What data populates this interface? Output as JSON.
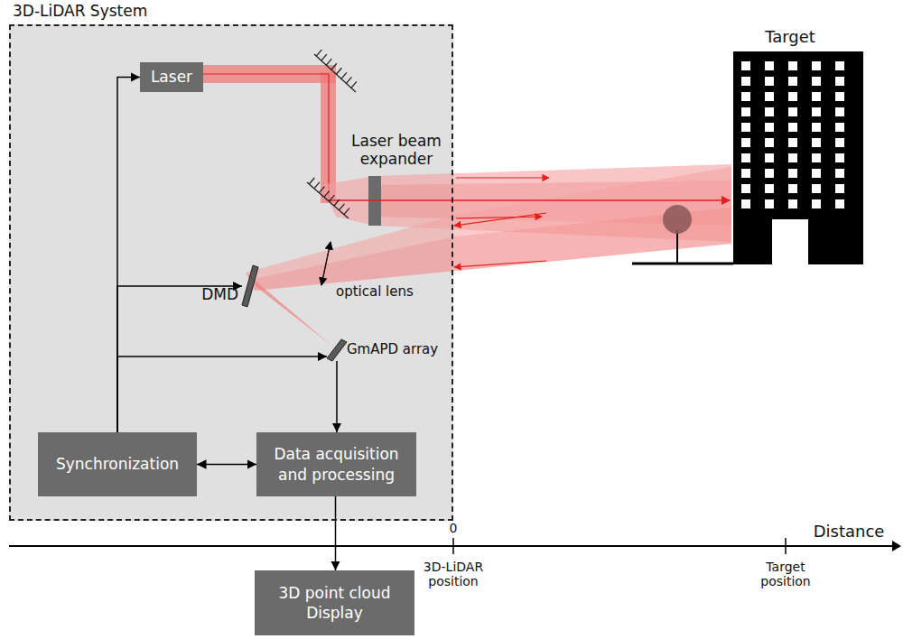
{
  "diagram": {
    "nodes": [
      {
        "text": [
          "3D-LiDAR System"
        ]
      },
      {
        "text": [
          "Laser"
        ],
        "in": 0
      },
      {
        "text": [
          "DMD"
        ],
        "in": 0
      },
      {
        "text": [
          "GmAPD array"
        ],
        "in": 0
      },
      {
        "text": [
          "Synchronization"
        ],
        "in": 0
      },
      {
        "text": [
          "Data acquisition and processing"
        ],
        "in": 0
      },
      {
        "text": [
          "3D point cloud Display"
        ]
      }
    ],
    "edges": [
      {
        "from": 4,
        "to": 1,
        "arrow": "to"
      },
      {
        "from": 4,
        "to": 2,
        "arrow": "to"
      },
      {
        "from": 4,
        "to": 3,
        "arrow": "to"
      },
      {
        "from": 4,
        "to": 5,
        "arrow": "both"
      },
      {
        "from": 3,
        "to": 5,
        "arrow": "to"
      },
      {
        "from": 5,
        "to": 6,
        "arrow": "to"
      }
    ],
    "labels": [
      "Laser beam expander",
      "optical lens",
      "Target",
      "Distance",
      "0",
      "3D-LiDAR position",
      "Target position"
    ]
  }
}
